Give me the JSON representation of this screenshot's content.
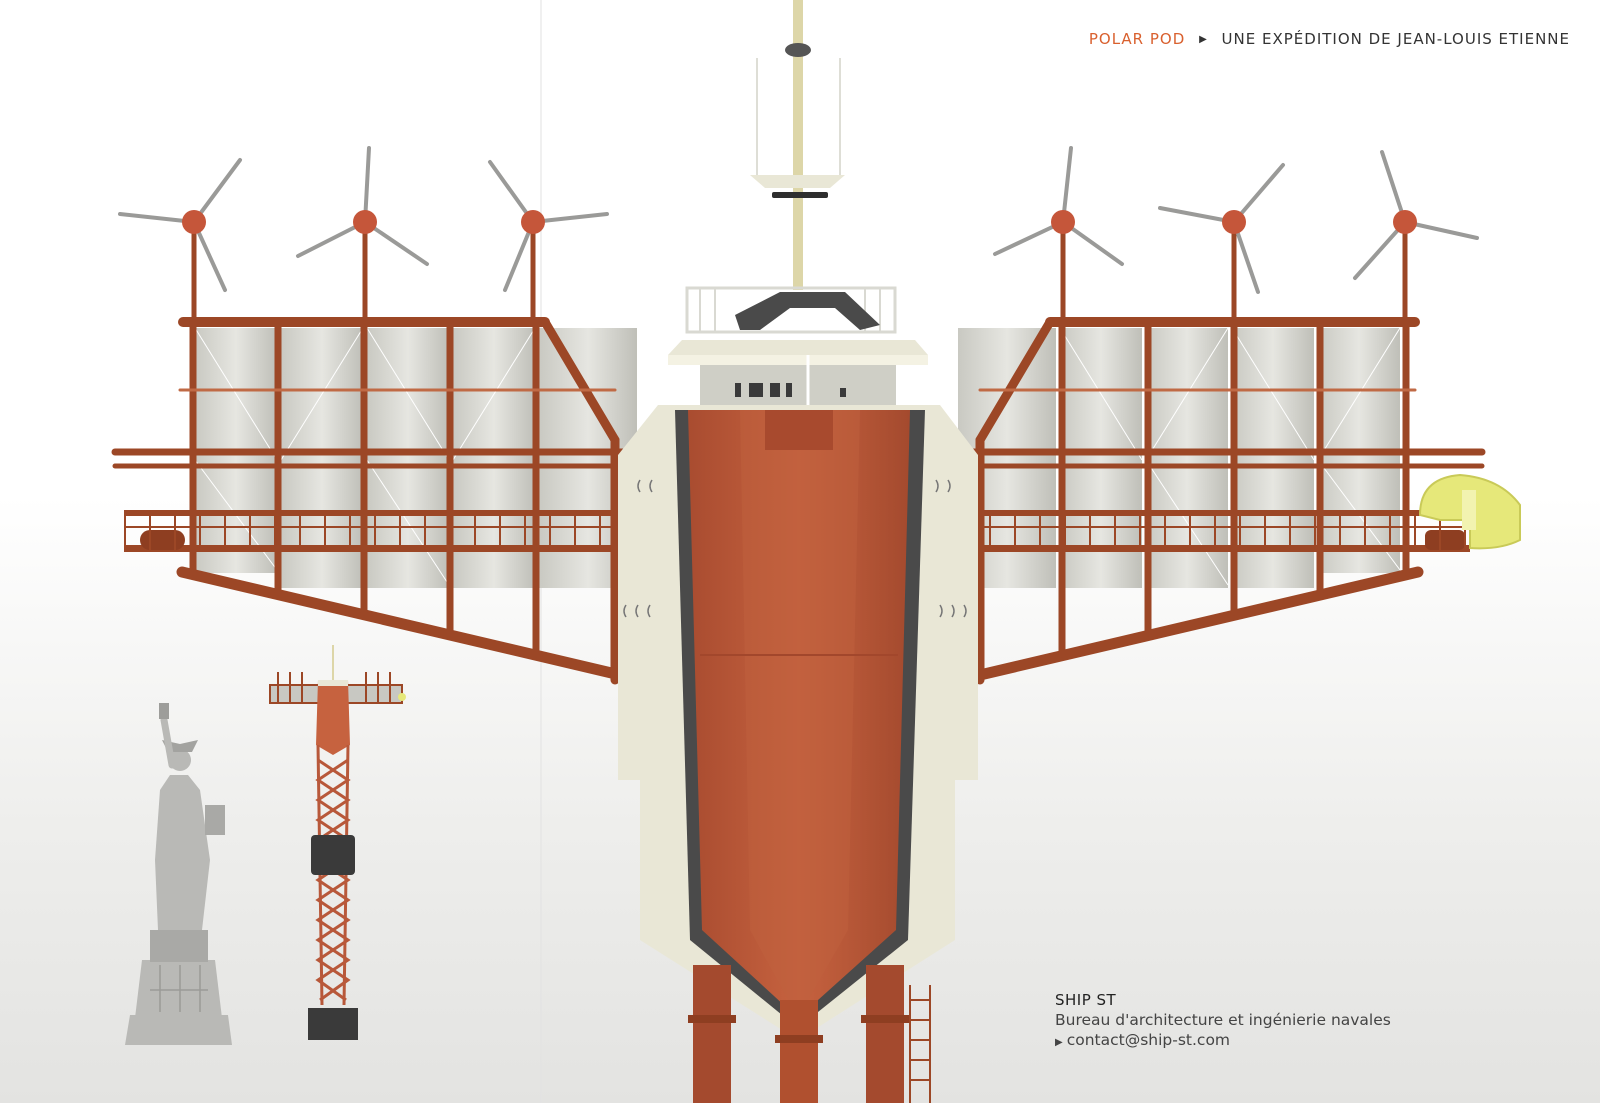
{
  "header": {
    "brand": "POLAR POD",
    "separator_icon": "triangle-right-icon",
    "tagline": "UNE EXPÉDITION DE JEAN-LOUIS ETIENNE"
  },
  "info": {
    "company": "SHIP ST",
    "description": "Bureau d'architecture et ingénierie navales",
    "contact_icon": "triangle-right-icon",
    "contact": "contact@ship-st.com"
  },
  "illustration": {
    "subject": "Polar Pod",
    "comparison": "Statue of Liberty",
    "colors": {
      "hull": "#b8583a",
      "frame": "#9c4726",
      "tank": "#d5d5ce",
      "cream": "#e9e7d6",
      "dark_band": "#4a4a4a",
      "hub": "#c5563a",
      "blade": "#9a9a98",
      "capsule": "#e6e87a",
      "statue": "#b9b9b6"
    }
  }
}
